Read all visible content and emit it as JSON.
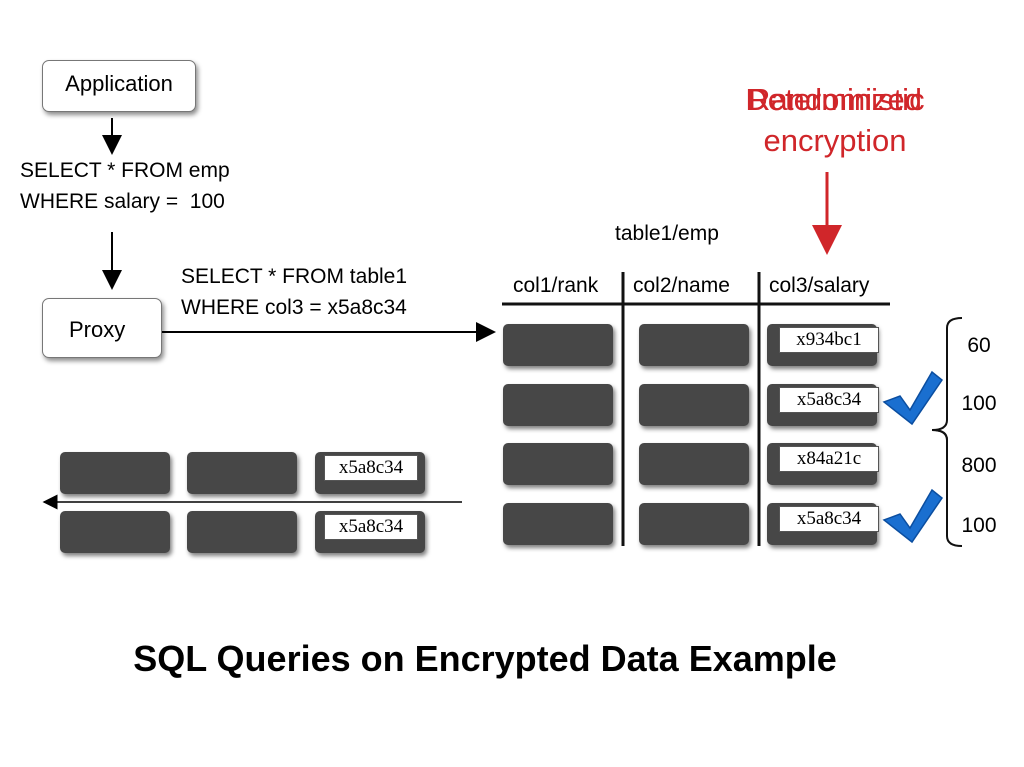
{
  "application_label": "Application",
  "proxy_label": "Proxy",
  "query_plain": [
    "SELECT * FROM emp",
    "WHERE salary =  100"
  ],
  "query_encrypted": [
    "SELECT * FROM table1",
    "WHERE col3 = x5a8c34"
  ],
  "annotation": {
    "line1_a": "Deterministic",
    "line1_b": "Randomized",
    "line2": "encryption",
    "color": "#d0262a"
  },
  "table": {
    "title": "table1/emp",
    "columns": [
      "col1/rank",
      "col2/name",
      "col3/salary"
    ],
    "ciphertexts": [
      "x934bc1",
      "x5a8c34",
      "x84a21c",
      "x5a8c34"
    ],
    "plain_values": [
      "60",
      "100",
      "800",
      "100"
    ]
  },
  "result_ciphertexts": [
    "x5a8c34",
    "x5a8c34"
  ],
  "title": "SQL Queries on Encrypted Data Example",
  "colors": {
    "cell": "#474747",
    "check": "#1a6fd0"
  }
}
